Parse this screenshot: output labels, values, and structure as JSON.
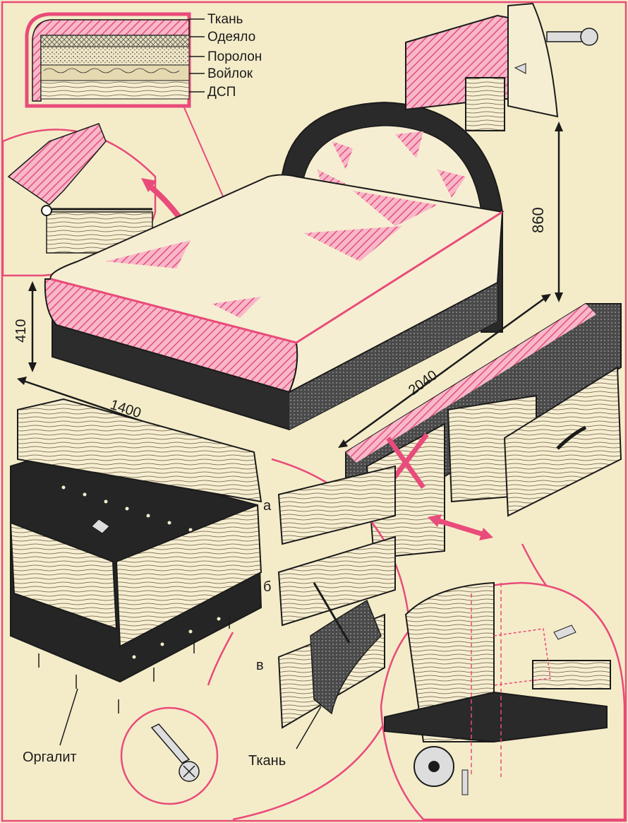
{
  "colors": {
    "paper": "#f4ecc9",
    "ink": "#1b1b1b",
    "accent": "#e94b7a",
    "wood": "#f6eed2",
    "foam": "#e8dfbd"
  },
  "layers": {
    "fabric": "Ткань",
    "blanket": "Одеяло",
    "foam": "Поролон",
    "felt": "Войлок",
    "chipboard": "ДСП"
  },
  "dimensions": {
    "width": "1400",
    "length": "2040",
    "bed_height": "410",
    "headboard_height": "860"
  },
  "parts": {
    "a": "а",
    "b": "б",
    "v": "в"
  },
  "labels": {
    "hardboard": "Оргалит",
    "fabric": "Ткань"
  }
}
